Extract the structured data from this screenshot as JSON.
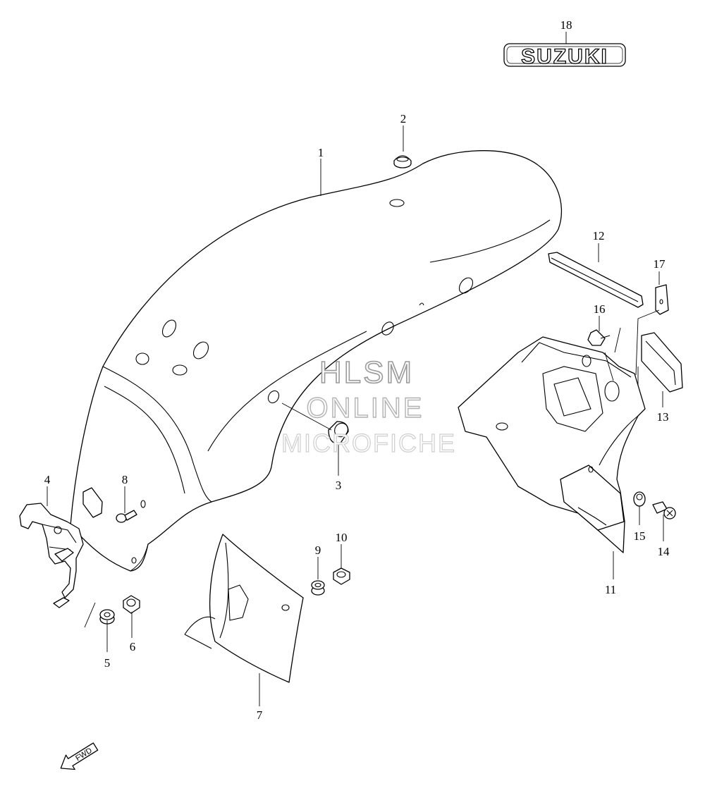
{
  "watermark": {
    "line1": "HLSM",
    "line2": "ONLINE",
    "line3": "MICROFICHE"
  },
  "emblem_text": "SUZUKI",
  "direction_label": "FWD",
  "callouts": [
    {
      "id": "1",
      "label": "1"
    },
    {
      "id": "2",
      "label": "2"
    },
    {
      "id": "3",
      "label": "3"
    },
    {
      "id": "4",
      "label": "4"
    },
    {
      "id": "5",
      "label": "5"
    },
    {
      "id": "6",
      "label": "6"
    },
    {
      "id": "7",
      "label": "7"
    },
    {
      "id": "8",
      "label": "8"
    },
    {
      "id": "9",
      "label": "9"
    },
    {
      "id": "10",
      "label": "10"
    },
    {
      "id": "11",
      "label": "11"
    },
    {
      "id": "12",
      "label": "12"
    },
    {
      "id": "13",
      "label": "13"
    },
    {
      "id": "14",
      "label": "14"
    },
    {
      "id": "15",
      "label": "15"
    },
    {
      "id": "16",
      "label": "16"
    },
    {
      "id": "17",
      "label": "17"
    },
    {
      "id": "18",
      "label": "18"
    }
  ]
}
